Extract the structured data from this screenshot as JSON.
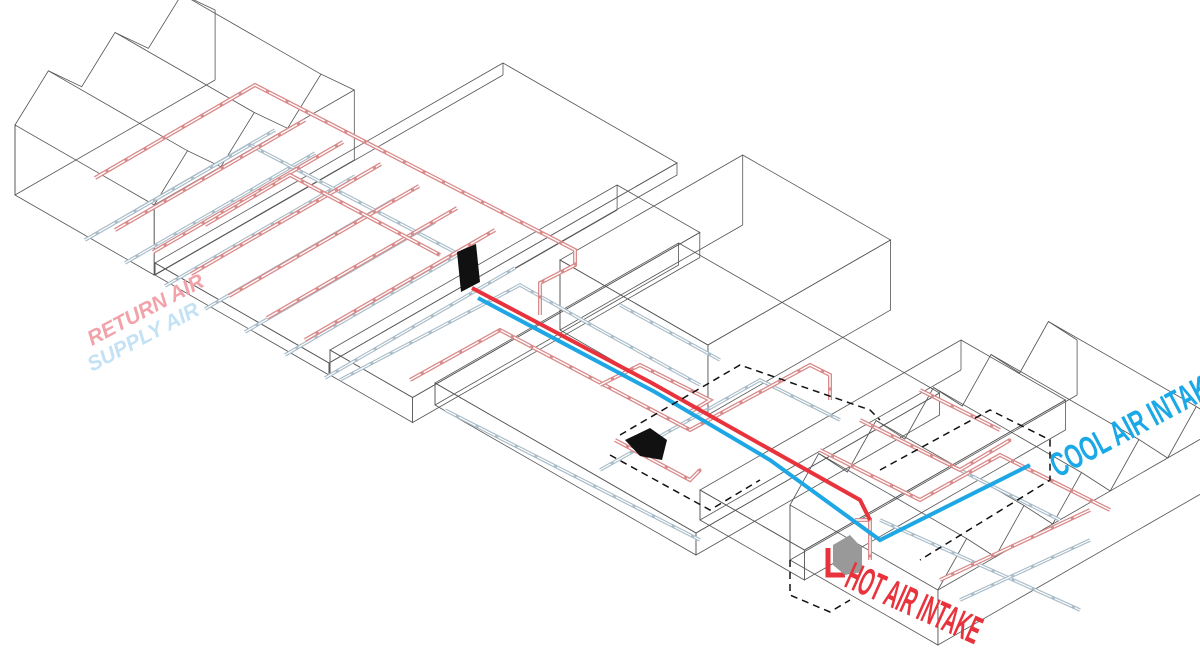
{
  "labels": {
    "return_air": "RETURN AIR",
    "supply_air": "SUPPLY AIR",
    "cool_air_intake": "COOL AIR INTAKE",
    "hot_air_intake": "HOT AIR INTAKE"
  },
  "colors": {
    "return_pipe": "#d98a8a",
    "supply_pipe": "#a9bcc8",
    "main_return": "#e8323c",
    "main_supply": "#1ea7e4",
    "return_label": "#f2a3aa",
    "supply_label": "#c4e2f5",
    "cool_label": "#1aa8e6",
    "hot_label": "#e8323c",
    "outline": "#555555"
  }
}
